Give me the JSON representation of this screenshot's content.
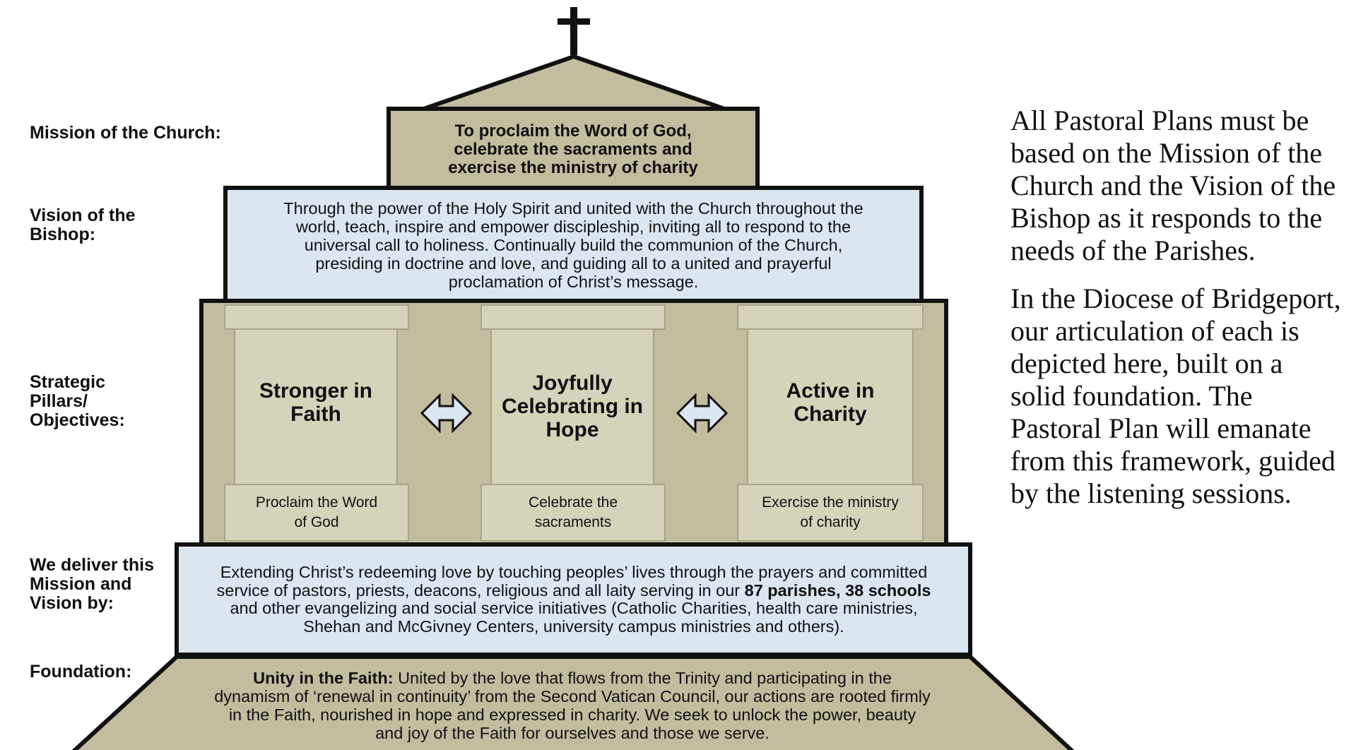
{
  "labels": {
    "mission": "Mission of the Church:",
    "vision": "Vision of the Bishop:",
    "pillars": "Strategic Pillars/ Objectives:",
    "deliver": "We deliver this Mission and Vision by:",
    "foundation": "Foundation:"
  },
  "mission_text": "To proclaim the Word of God, celebrate the sacraments and exercise the ministry of charity",
  "vision_text": "Through the power of the Holy Spirit and united with the Church throughout the world, teach, inspire and empower discipleship, inviting all to respond to the universal call to holiness. Continually build the communion of the Church, presiding in doctrine and love, and guiding all to a united and prayerful proclamation of Christ’s message.",
  "pillars": [
    {
      "title": "Stronger in Faith",
      "subtitle": "Proclaim the Word of God"
    },
    {
      "title": "Joyfully Celebrating in Hope",
      "subtitle": "Celebrate the sacraments"
    },
    {
      "title": "Active in Charity",
      "subtitle": "Exercise the ministry of charity"
    }
  ],
  "deliver": {
    "text_before": "Extending Christ’s redeeming love by touching peoples’ lives through the prayers and committed service of pastors, priests, deacons, religious and all laity serving in our",
    "bold": "87 parishes, 38 schools",
    "text_after": "and other evangelizing and social service initiatives (Catholic Charities, health care ministries, Shehan and McGivney Centers, university campus ministries and others)."
  },
  "foundation": {
    "bold": "Unity in the Faith:",
    "text": "United by the love that flows from the Trinity and participating in the dynamism of ‘renewal in continuity’ from the Second Vatican Council, our actions are rooted firmly in the Faith, nourished in hope and expressed in charity. We seek to unlock the power, beauty and joy of the Faith for ourselves and those we serve."
  },
  "right_paragraphs": [
    "All Pastoral Plans must be based on the Mission of the Church and the Vision of the Bishop as it responds to the needs of the Parishes.",
    "In the Diocese of Bridgeport, our articulation of each is depicted here, built on a solid foundation. The Pastoral Plan will emanate from this framework, guided by the listening sessions."
  ],
  "icons": {
    "cross": "cross-icon",
    "arrow": "double-arrow-icon"
  },
  "colors": {
    "tan": "#c2bd9f",
    "pillar": "#d6d3bb",
    "pillar_edge": "#a8a48c",
    "blue": "#dbe6f1",
    "outline": "#111111"
  }
}
